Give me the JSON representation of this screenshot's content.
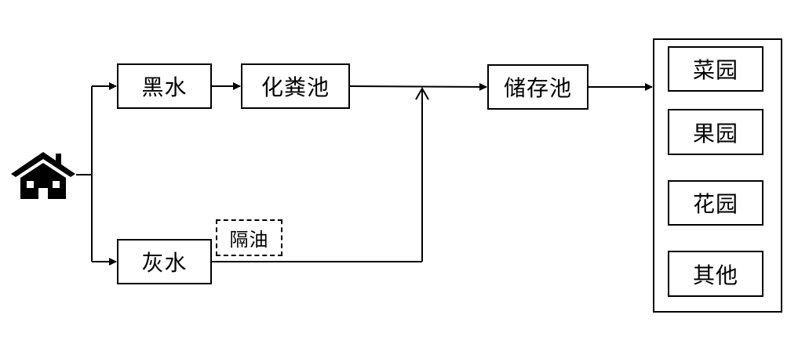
{
  "icons": {
    "source": "house-icon"
  },
  "nodes": {
    "blackwater": "黑水",
    "septic_tank": "化粪池",
    "storage_tank": "储存池",
    "greywater": "灰水",
    "oil_separation": "隔油"
  },
  "destinations": [
    "菜园",
    "果园",
    "花园",
    "其他"
  ]
}
